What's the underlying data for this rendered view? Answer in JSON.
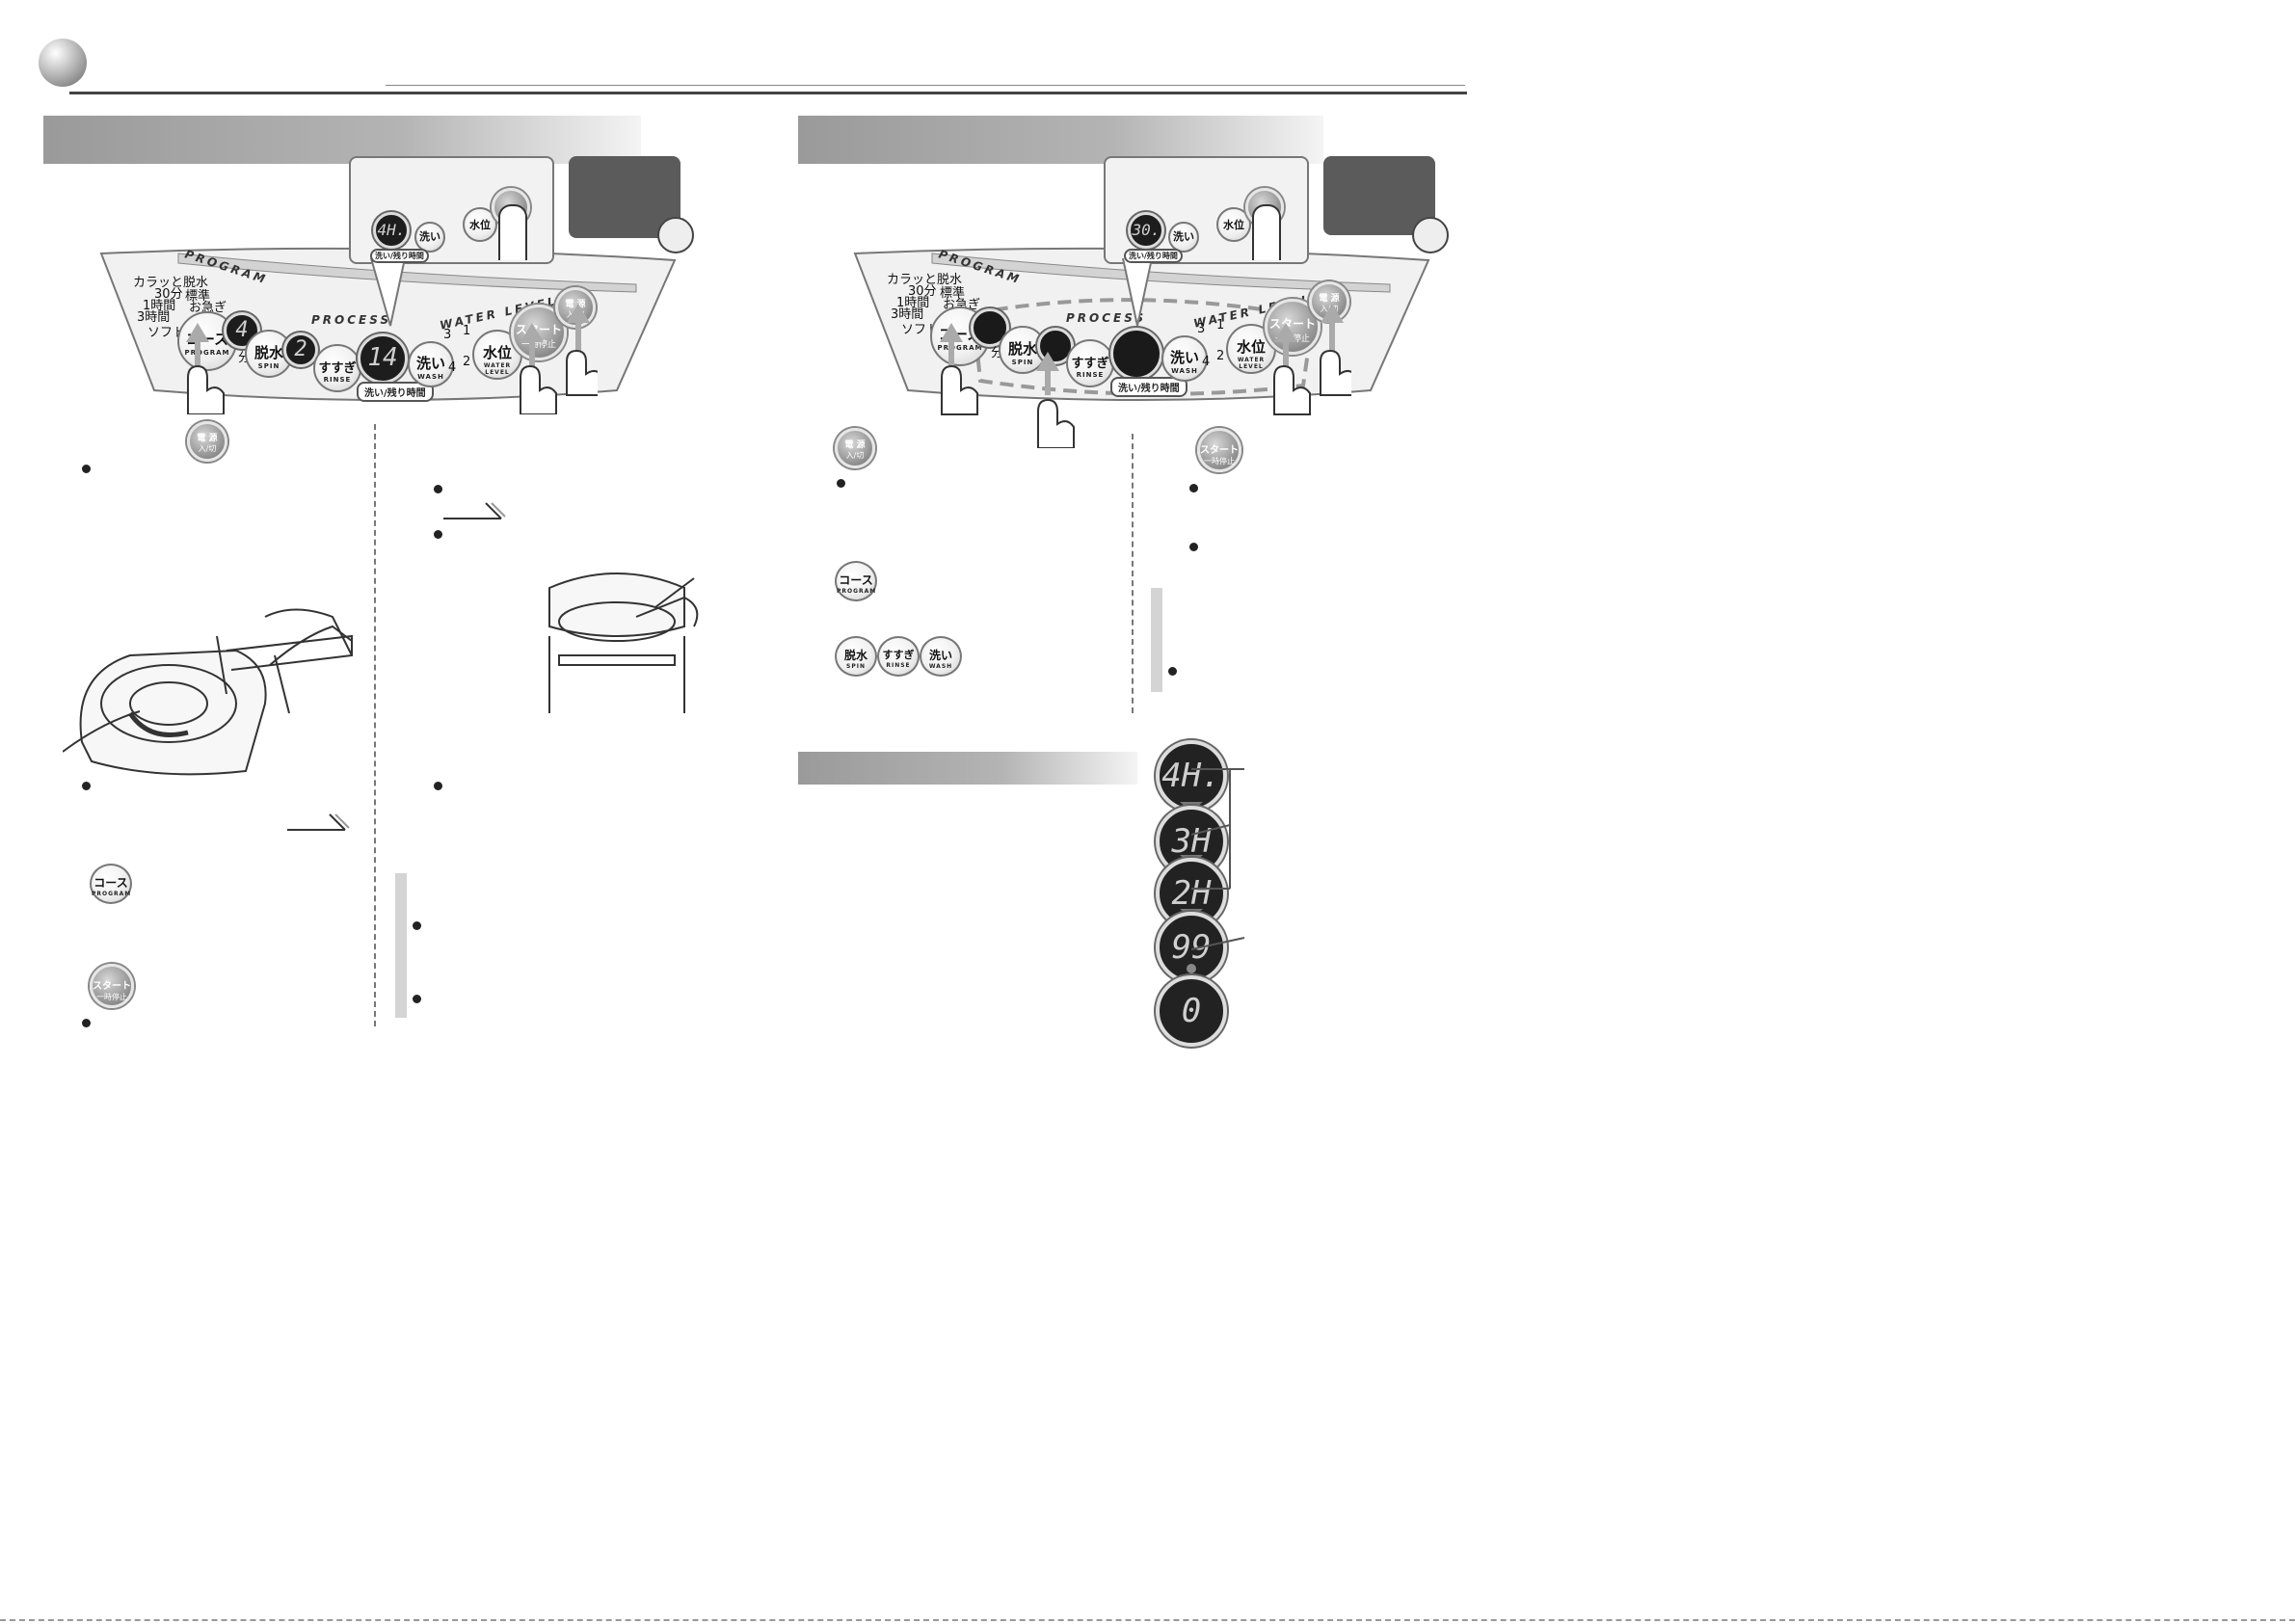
{
  "panel_labels": {
    "program_band": "PROGRAM",
    "process_band": "PROCESS",
    "water_level_band": "WATER LEVEL",
    "program_options": [
      "カラッと脱水",
      "30分",
      "1時間",
      "3時間",
      "標準",
      "お急ぎ",
      "ソフト"
    ],
    "water_level_numbers": [
      "3",
      "1",
      "4",
      "2"
    ],
    "minute_unit": "分"
  },
  "buttons": {
    "course": {
      "main": "コース",
      "sub": "PROGRAM"
    },
    "spin": {
      "main": "脱水",
      "sub": "SPIN"
    },
    "rinse": {
      "main": "すすぎ",
      "sub": "RINSE"
    },
    "wash": {
      "main": "洗い",
      "sub": "WASH"
    },
    "water_level": {
      "main": "水位",
      "sub": "WATER LEVEL"
    },
    "start": {
      "main": "スタート",
      "sub": "一時停止"
    },
    "power": {
      "main": "電 源",
      "sub": "入/切"
    }
  },
  "wash_time_label": "洗い/残り時間",
  "left_panel": {
    "spin_display": "4",
    "rinse_display": "2",
    "wash_display": "14",
    "inset_display": "4H."
  },
  "right_panel": {
    "inset_display": "30."
  },
  "sequence_displays": [
    "4H.",
    "3H",
    "2H",
    "99",
    "0"
  ]
}
